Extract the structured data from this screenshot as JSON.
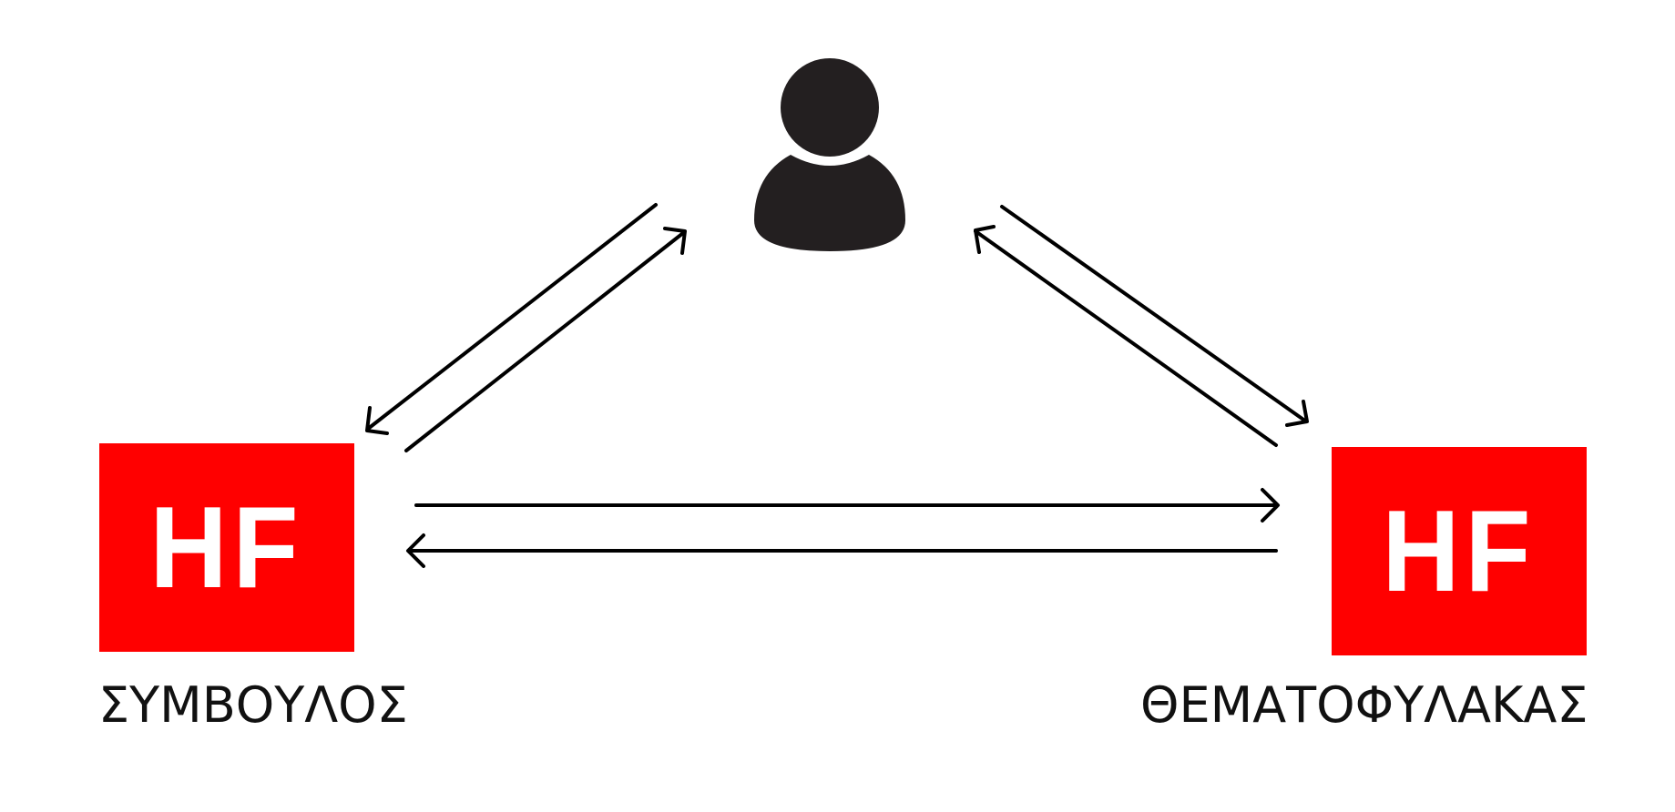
{
  "colors": {
    "box_fill": "#ff0000",
    "logo_text": "#ffffff",
    "arrow": "#000000",
    "person": "#231f20"
  },
  "center_node": {
    "icon": "person-icon"
  },
  "left_node": {
    "logo": "HF",
    "label": "ΣΥΜΒΟΥΛΟΣ"
  },
  "right_node": {
    "logo": "HF",
    "label": "ΘΕΜΑΤΟΦΥΛΑΚΑΣ"
  },
  "connections": [
    {
      "from": "person",
      "to": "left_node"
    },
    {
      "from": "left_node",
      "to": "person"
    },
    {
      "from": "person",
      "to": "right_node"
    },
    {
      "from": "right_node",
      "to": "person"
    },
    {
      "from": "left_node",
      "to": "right_node"
    },
    {
      "from": "right_node",
      "to": "left_node"
    }
  ]
}
